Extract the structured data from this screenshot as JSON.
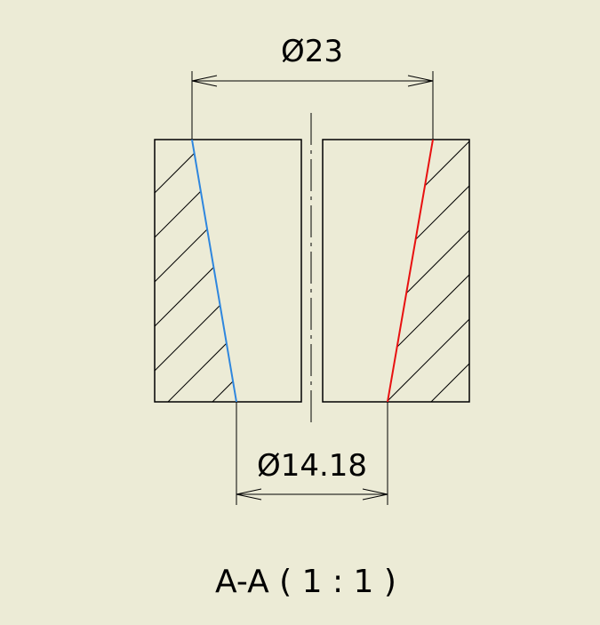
{
  "drawing": {
    "top_diameter_label": "Ø23",
    "bottom_diameter_label": "Ø14.18",
    "section_title": "A-A ( 1 : 1 )"
  },
  "colors": {
    "background": "#ECEBD6",
    "outline": "#000000",
    "left_taper_edge": "#2E86DE",
    "right_taper_edge": "#E81010"
  }
}
